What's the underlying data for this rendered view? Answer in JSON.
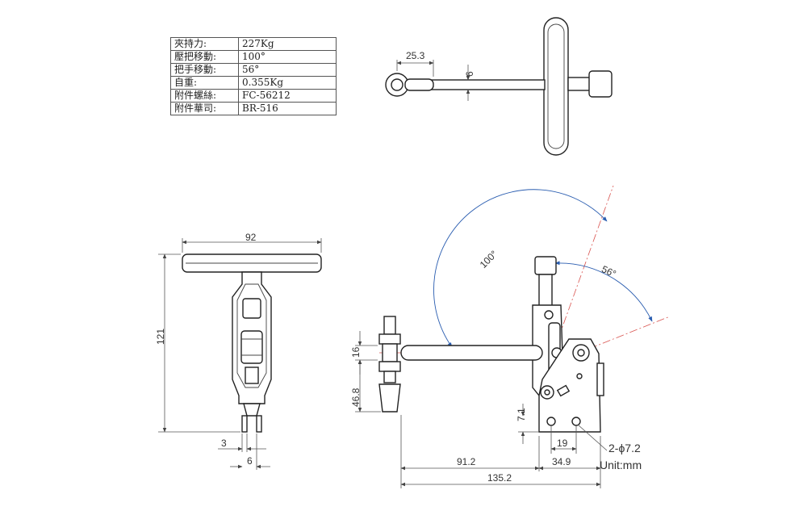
{
  "specs": [
    {
      "label": "夾持力:",
      "value": "227Kg"
    },
    {
      "label": "壓把移動:",
      "value": "100°"
    },
    {
      "label": "把手移動:",
      "value": "56°"
    },
    {
      "label": "自重:",
      "value": "0.355Kg"
    },
    {
      "label": "附件螺絲:",
      "value": "FC-56212"
    },
    {
      "label": "附件華司:",
      "value": "BR-516"
    }
  ],
  "top_view": {
    "dim_width": "25.3",
    "dim_height": "6"
  },
  "front_view": {
    "dim_width": "92",
    "dim_height": "121",
    "dim_small_a": "3",
    "dim_small_b": "6"
  },
  "side_view": {
    "angle_lever": "100°",
    "angle_handle": "56°",
    "dim_arm_thickness": "16",
    "dim_spindle_height": "46.8",
    "dim_offset": "7.1",
    "dim_hole_spacing": "19",
    "dim_hole": "2-ϕ7.2",
    "dim_arm_reach": "91.2",
    "dim_base": "34.9",
    "dim_total": "135.2",
    "unit_label": "Unit:mm"
  },
  "colors": {
    "outline": "#222222",
    "dimension": "#555555",
    "angle_arc": "#2a5db0",
    "centerline": "#d9534f"
  }
}
